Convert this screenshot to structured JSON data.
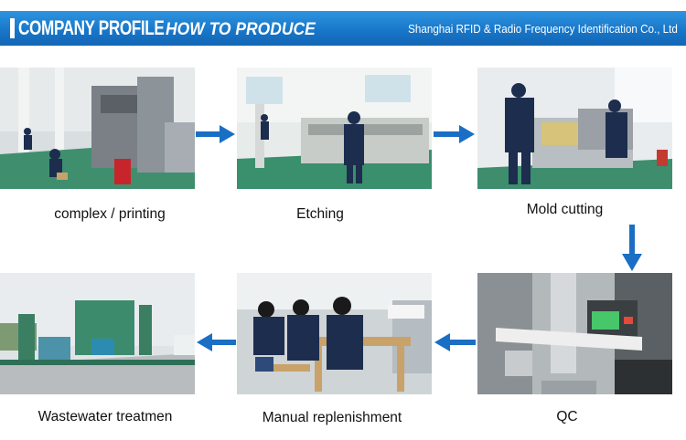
{
  "header": {
    "title": "COMPANY PROFILE",
    "subtitle": "HOW TO PRODUCE",
    "company": "Shanghai RFID & Radio Frequency Identification Co., Ltd"
  },
  "steps": [
    {
      "label": "complex / printing"
    },
    {
      "label": "Etching"
    },
    {
      "label": "Mold cutting"
    },
    {
      "label": "QC"
    },
    {
      "label": "Manual replenishment"
    },
    {
      "label": "Wastewater treatmen"
    }
  ],
  "colors": {
    "banner": "#1877c9",
    "arrow": "#1a6fc4",
    "floor": "#3f8f6e"
  }
}
